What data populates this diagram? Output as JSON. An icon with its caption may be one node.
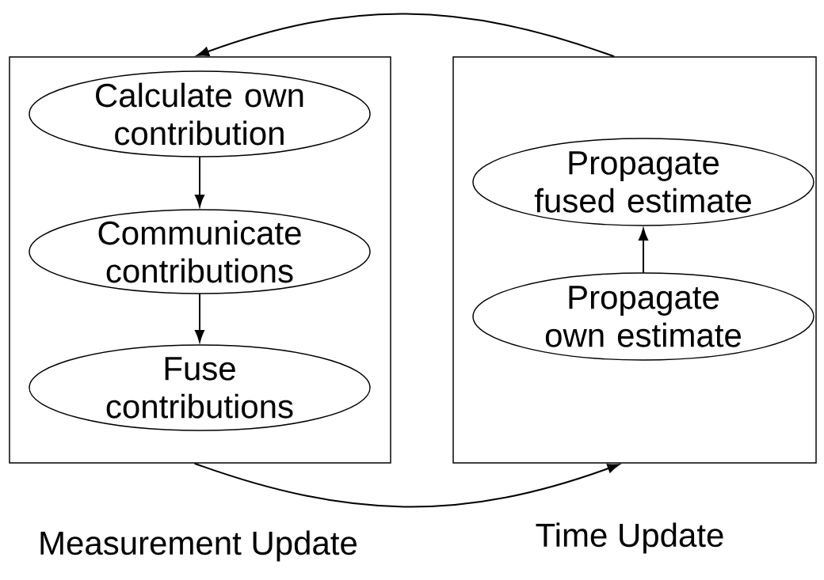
{
  "diagram": {
    "nodes": [
      {
        "text": [
          "Measurement Update"
        ]
      },
      {
        "text": [
          "Calculate own contribution"
        ],
        "in": 0
      },
      {
        "text": [
          "Communicate contributions"
        ],
        "in": 0
      },
      {
        "text": [
          "Fuse contributions"
        ],
        "in": 0
      },
      {
        "text": [
          "Time Update"
        ]
      },
      {
        "text": [
          "Propagate fused estimate"
        ],
        "in": 4
      },
      {
        "text": [
          "Propagate own estimate"
        ],
        "in": 4
      }
    ],
    "edges": [
      {
        "from": 4,
        "to": 0,
        "arrow": "to"
      },
      {
        "from": 0,
        "to": 4,
        "arrow": "to"
      },
      {
        "from": 1,
        "to": 2,
        "arrow": "to"
      },
      {
        "from": 2,
        "to": 3,
        "arrow": "to"
      },
      {
        "from": 6,
        "to": 5,
        "arrow": "to"
      }
    ]
  }
}
